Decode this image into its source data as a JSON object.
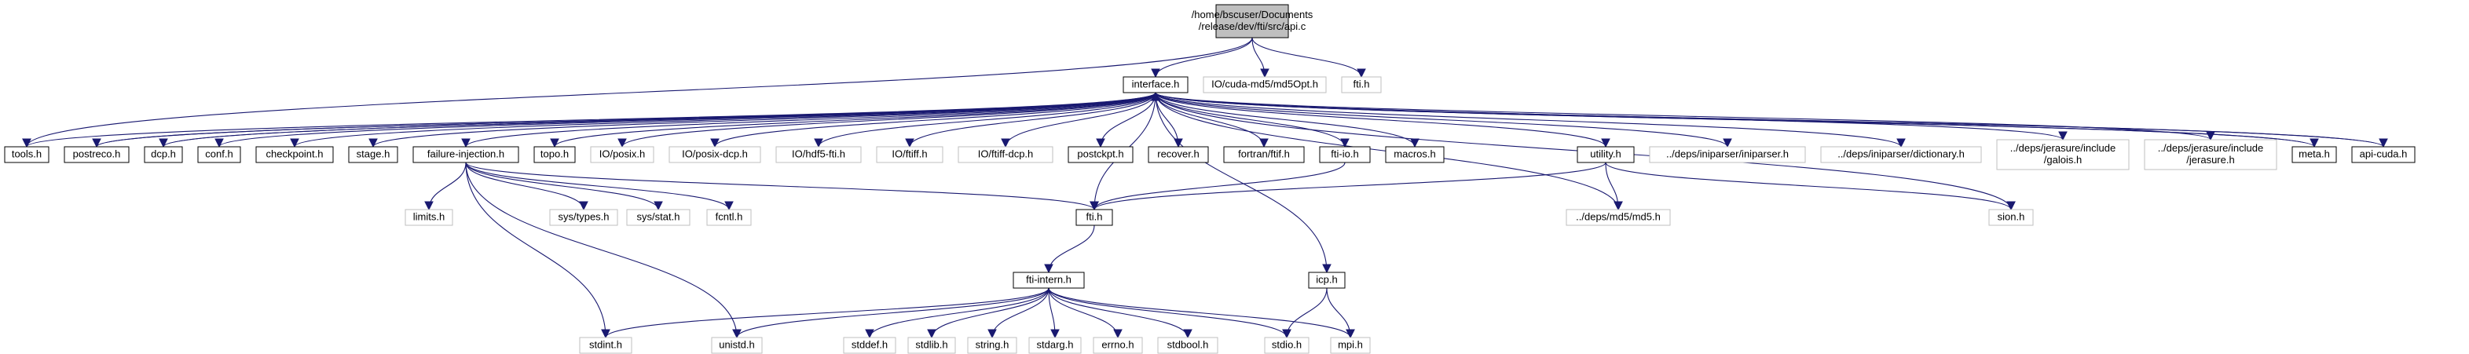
{
  "diagram": {
    "root": {
      "id": "api",
      "lines": [
        "/home/bscuser/Documents",
        "/release/dev/fti/src/api.c"
      ]
    },
    "nodes": [
      {
        "id": "interface",
        "lines": [
          "interface.h"
        ],
        "kind": "doc"
      },
      {
        "id": "cudamd5",
        "lines": [
          "IO/cuda-md5/md5Opt.h"
        ],
        "kind": "ext"
      },
      {
        "id": "ftih_top",
        "lines": [
          "fti.h"
        ],
        "kind": "ext"
      },
      {
        "id": "tools",
        "lines": [
          "tools.h"
        ],
        "kind": "doc"
      },
      {
        "id": "postreco",
        "lines": [
          "postreco.h"
        ],
        "kind": "doc"
      },
      {
        "id": "dcp",
        "lines": [
          "dcp.h"
        ],
        "kind": "doc"
      },
      {
        "id": "conf",
        "lines": [
          "conf.h"
        ],
        "kind": "doc"
      },
      {
        "id": "checkpoint",
        "lines": [
          "checkpoint.h"
        ],
        "kind": "doc"
      },
      {
        "id": "stage",
        "lines": [
          "stage.h"
        ],
        "kind": "doc"
      },
      {
        "id": "failinj",
        "lines": [
          "failure-injection.h"
        ],
        "kind": "doc"
      },
      {
        "id": "topo",
        "lines": [
          "topo.h"
        ],
        "kind": "doc"
      },
      {
        "id": "ioposix",
        "lines": [
          "IO/posix.h"
        ],
        "kind": "ext"
      },
      {
        "id": "ioposixdcp",
        "lines": [
          "IO/posix-dcp.h"
        ],
        "kind": "ext"
      },
      {
        "id": "iohdf5",
        "lines": [
          "IO/hdf5-fti.h"
        ],
        "kind": "ext"
      },
      {
        "id": "ioftiff",
        "lines": [
          "IO/ftiff.h"
        ],
        "kind": "ext"
      },
      {
        "id": "ioftiffdcp",
        "lines": [
          "IO/ftiff-dcp.h"
        ],
        "kind": "ext"
      },
      {
        "id": "postckpt",
        "lines": [
          "postckpt.h"
        ],
        "kind": "doc"
      },
      {
        "id": "recover",
        "lines": [
          "recover.h"
        ],
        "kind": "doc"
      },
      {
        "id": "fortran",
        "lines": [
          "fortran/ftif.h"
        ],
        "kind": "doc"
      },
      {
        "id": "ftiio",
        "lines": [
          "fti-io.h"
        ],
        "kind": "doc"
      },
      {
        "id": "macros",
        "lines": [
          "macros.h"
        ],
        "kind": "doc"
      },
      {
        "id": "utility",
        "lines": [
          "utility.h"
        ],
        "kind": "doc"
      },
      {
        "id": "iniparser",
        "lines": [
          "../deps/iniparser/iniparser.h"
        ],
        "kind": "ext"
      },
      {
        "id": "dictionary",
        "lines": [
          "../deps/iniparser/dictionary.h"
        ],
        "kind": "ext"
      },
      {
        "id": "galois",
        "lines": [
          "../deps/jerasure/include",
          "/galois.h"
        ],
        "kind": "ext"
      },
      {
        "id": "jerasure",
        "lines": [
          "../deps/jerasure/include",
          "/jerasure.h"
        ],
        "kind": "ext"
      },
      {
        "id": "meta",
        "lines": [
          "meta.h"
        ],
        "kind": "doc"
      },
      {
        "id": "apicuda",
        "lines": [
          "api-cuda.h"
        ],
        "kind": "doc"
      },
      {
        "id": "limits",
        "lines": [
          "limits.h"
        ],
        "kind": "ext"
      },
      {
        "id": "systypes",
        "lines": [
          "sys/types.h"
        ],
        "kind": "ext"
      },
      {
        "id": "sysstat",
        "lines": [
          "sys/stat.h"
        ],
        "kind": "ext"
      },
      {
        "id": "fcntl",
        "lines": [
          "fcntl.h"
        ],
        "kind": "ext"
      },
      {
        "id": "ftih",
        "lines": [
          "fti.h"
        ],
        "kind": "doc"
      },
      {
        "id": "md5",
        "lines": [
          "../deps/md5/md5.h"
        ],
        "kind": "ext"
      },
      {
        "id": "sion",
        "lines": [
          "sion.h"
        ],
        "kind": "ext"
      },
      {
        "id": "ftiintern",
        "lines": [
          "fti-intern.h"
        ],
        "kind": "doc"
      },
      {
        "id": "icp",
        "lines": [
          "icp.h"
        ],
        "kind": "doc"
      },
      {
        "id": "stdint",
        "lines": [
          "stdint.h"
        ],
        "kind": "ext"
      },
      {
        "id": "unistd",
        "lines": [
          "unistd.h"
        ],
        "kind": "ext"
      },
      {
        "id": "stddef",
        "lines": [
          "stddef.h"
        ],
        "kind": "ext"
      },
      {
        "id": "stdlib",
        "lines": [
          "stdlib.h"
        ],
        "kind": "ext"
      },
      {
        "id": "string",
        "lines": [
          "string.h"
        ],
        "kind": "ext"
      },
      {
        "id": "stdarg",
        "lines": [
          "stdarg.h"
        ],
        "kind": "ext"
      },
      {
        "id": "errno",
        "lines": [
          "errno.h"
        ],
        "kind": "ext"
      },
      {
        "id": "stdbool",
        "lines": [
          "stdbool.h"
        ],
        "kind": "ext"
      },
      {
        "id": "stdio",
        "lines": [
          "stdio.h"
        ],
        "kind": "ext"
      },
      {
        "id": "mpi",
        "lines": [
          "mpi.h"
        ],
        "kind": "ext"
      }
    ],
    "edges": [
      [
        "api",
        "interface"
      ],
      [
        "api",
        "cudamd5"
      ],
      [
        "api",
        "ftih_top"
      ],
      [
        "api",
        "tools"
      ],
      [
        "interface",
        "tools"
      ],
      [
        "interface",
        "postreco"
      ],
      [
        "interface",
        "dcp"
      ],
      [
        "interface",
        "conf"
      ],
      [
        "interface",
        "checkpoint"
      ],
      [
        "interface",
        "stage"
      ],
      [
        "interface",
        "failinj"
      ],
      [
        "interface",
        "topo"
      ],
      [
        "interface",
        "ioposix"
      ],
      [
        "interface",
        "ioposixdcp"
      ],
      [
        "interface",
        "iohdf5"
      ],
      [
        "interface",
        "ioftiff"
      ],
      [
        "interface",
        "ioftiffdcp"
      ],
      [
        "interface",
        "postckpt"
      ],
      [
        "interface",
        "recover"
      ],
      [
        "interface",
        "fortran"
      ],
      [
        "interface",
        "ftiio"
      ],
      [
        "interface",
        "macros"
      ],
      [
        "interface",
        "utility"
      ],
      [
        "interface",
        "iniparser"
      ],
      [
        "interface",
        "dictionary"
      ],
      [
        "interface",
        "galois"
      ],
      [
        "interface",
        "jerasure"
      ],
      [
        "interface",
        "meta"
      ],
      [
        "interface",
        "apicuda"
      ],
      [
        "interface",
        "ftih"
      ],
      [
        "interface",
        "md5"
      ],
      [
        "interface",
        "sion"
      ],
      [
        "interface",
        "icp"
      ],
      [
        "failinj",
        "limits"
      ],
      [
        "failinj",
        "systypes"
      ],
      [
        "failinj",
        "sysstat"
      ],
      [
        "failinj",
        "fcntl"
      ],
      [
        "failinj",
        "ftih"
      ],
      [
        "failinj",
        "stdint"
      ],
      [
        "failinj",
        "unistd"
      ],
      [
        "ftiio",
        "ftih"
      ],
      [
        "utility",
        "ftih"
      ],
      [
        "utility",
        "md5"
      ],
      [
        "utility",
        "sion"
      ],
      [
        "ftih",
        "ftiintern"
      ],
      [
        "ftiintern",
        "stdint"
      ],
      [
        "ftiintern",
        "unistd"
      ],
      [
        "ftiintern",
        "stddef"
      ],
      [
        "ftiintern",
        "stdlib"
      ],
      [
        "ftiintern",
        "string"
      ],
      [
        "ftiintern",
        "stdarg"
      ],
      [
        "ftiintern",
        "errno"
      ],
      [
        "ftiintern",
        "stdbool"
      ],
      [
        "ftiintern",
        "stdio"
      ],
      [
        "ftiintern",
        "mpi"
      ],
      [
        "icp",
        "stdio"
      ],
      [
        "icp",
        "mpi"
      ],
      [
        "apicuda",
        "interface"
      ],
      [
        "meta",
        "interface"
      ],
      [
        "dcp",
        "interface"
      ],
      [
        "postreco",
        "interface"
      ]
    ]
  }
}
